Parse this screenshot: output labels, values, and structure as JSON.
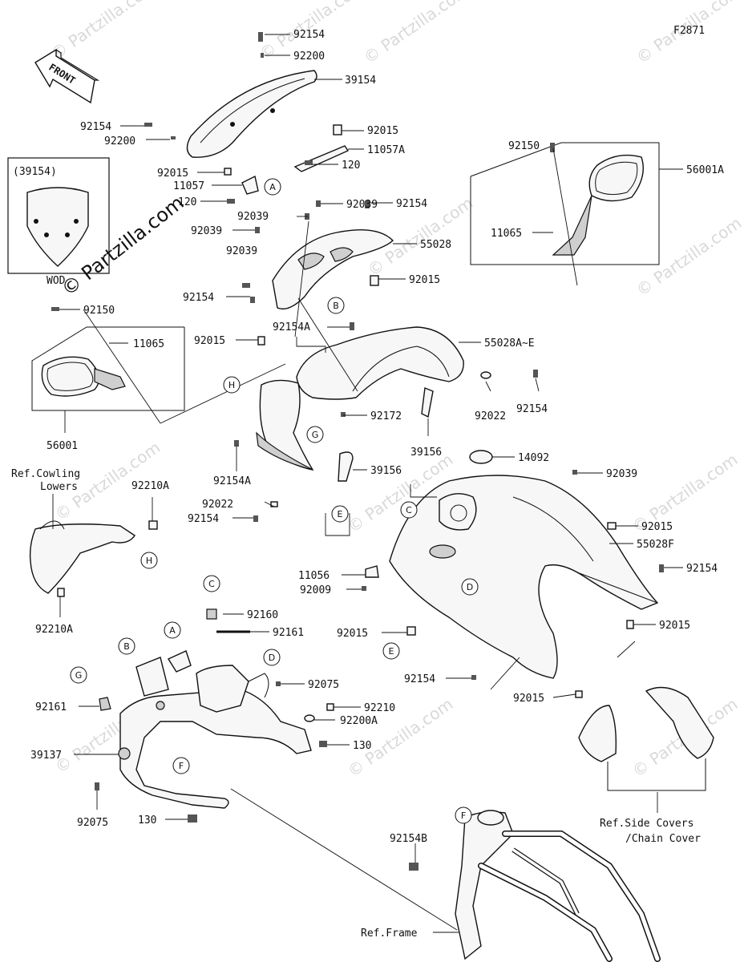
{
  "figure_code": "F2871",
  "front_label": "FRONT",
  "inset": {
    "title": "(39154)",
    "variant_code": "WOD"
  },
  "watermark_small": "© Partzilla.com",
  "watermark_main": "© Partzilla.com",
  "part_labels": [
    {
      "id": "p1",
      "text": "92154"
    },
    {
      "id": "p2",
      "text": "92200"
    },
    {
      "id": "p3",
      "text": "39154"
    },
    {
      "id": "p4",
      "text": "92154"
    },
    {
      "id": "p5",
      "text": "92200"
    },
    {
      "id": "p6",
      "text": "92015"
    },
    {
      "id": "p7",
      "text": "11057A"
    },
    {
      "id": "p8",
      "text": "92015"
    },
    {
      "id": "p9",
      "text": "11057"
    },
    {
      "id": "p10",
      "text": "120"
    },
    {
      "id": "p11",
      "text": "120"
    },
    {
      "id": "p12",
      "text": "92150"
    },
    {
      "id": "p13",
      "text": "56001A"
    },
    {
      "id": "p14",
      "text": "11065"
    },
    {
      "id": "p15",
      "text": "92039"
    },
    {
      "id": "p16",
      "text": "92039"
    },
    {
      "id": "p17",
      "text": "92039"
    },
    {
      "id": "p18",
      "text": "92154"
    },
    {
      "id": "p19",
      "text": "55028"
    },
    {
      "id": "p20",
      "text": "92039"
    },
    {
      "id": "p21",
      "text": "92015"
    },
    {
      "id": "p22",
      "text": "92154"
    },
    {
      "id": "p23",
      "text": "92150"
    },
    {
      "id": "p24",
      "text": "92154A"
    },
    {
      "id": "p25",
      "text": "11065"
    },
    {
      "id": "p26",
      "text": "92015"
    },
    {
      "id": "p27",
      "text": "55028A~E"
    },
    {
      "id": "p28",
      "text": "92172"
    },
    {
      "id": "p29",
      "text": "92022"
    },
    {
      "id": "p30",
      "text": "92154"
    },
    {
      "id": "p31",
      "text": "56001"
    },
    {
      "id": "p32",
      "text": "39156"
    },
    {
      "id": "p33",
      "text": "39156"
    },
    {
      "id": "p34",
      "text": "14092"
    },
    {
      "id": "p35",
      "text": "92154A"
    },
    {
      "id": "p36",
      "text": "92039"
    },
    {
      "id": "p37",
      "text": "92022"
    },
    {
      "id": "p38",
      "text": "92154"
    },
    {
      "id": "p39",
      "text": "92210A"
    },
    {
      "id": "p40",
      "text": "92015"
    },
    {
      "id": "p41",
      "text": "55028F"
    },
    {
      "id": "p42",
      "text": "11056"
    },
    {
      "id": "p43",
      "text": "92009"
    },
    {
      "id": "p44",
      "text": "92154"
    },
    {
      "id": "p45",
      "text": "92210A"
    },
    {
      "id": "p46",
      "text": "92160"
    },
    {
      "id": "p47",
      "text": "92161"
    },
    {
      "id": "p48",
      "text": "92015"
    },
    {
      "id": "p49",
      "text": "92015"
    },
    {
      "id": "p50",
      "text": "92075"
    },
    {
      "id": "p51",
      "text": "92154"
    },
    {
      "id": "p52",
      "text": "92015"
    },
    {
      "id": "p53",
      "text": "92161"
    },
    {
      "id": "p54",
      "text": "92210"
    },
    {
      "id": "p55",
      "text": "92200A"
    },
    {
      "id": "p56",
      "text": "39137"
    },
    {
      "id": "p57",
      "text": "130"
    },
    {
      "id": "p58",
      "text": "92075"
    },
    {
      "id": "p59",
      "text": "130"
    },
    {
      "id": "p60",
      "text": "92154B"
    }
  ],
  "reference_labels": [
    {
      "id": "r1",
      "lines": [
        "Ref.Cowling",
        "Lowers"
      ]
    },
    {
      "id": "r2",
      "lines": [
        "Ref.Side Covers",
        "/Chain Cover"
      ]
    },
    {
      "id": "r3",
      "lines": [
        "Ref.Frame"
      ]
    }
  ],
  "callouts": [
    {
      "id": "c1",
      "letter": "A"
    },
    {
      "id": "c2",
      "letter": "B"
    },
    {
      "id": "c3",
      "letter": "H"
    },
    {
      "id": "c4",
      "letter": "G"
    },
    {
      "id": "c5",
      "letter": "E"
    },
    {
      "id": "c6",
      "letter": "C"
    },
    {
      "id": "c7",
      "letter": "D"
    },
    {
      "id": "c8",
      "letter": "H"
    },
    {
      "id": "c9",
      "letter": "E"
    },
    {
      "id": "c10",
      "letter": "C"
    },
    {
      "id": "c11",
      "letter": "A"
    },
    {
      "id": "c12",
      "letter": "B"
    },
    {
      "id": "c13",
      "letter": "D"
    },
    {
      "id": "c14",
      "letter": "G"
    },
    {
      "id": "c15",
      "letter": "F"
    },
    {
      "id": "c16",
      "letter": "F"
    }
  ]
}
